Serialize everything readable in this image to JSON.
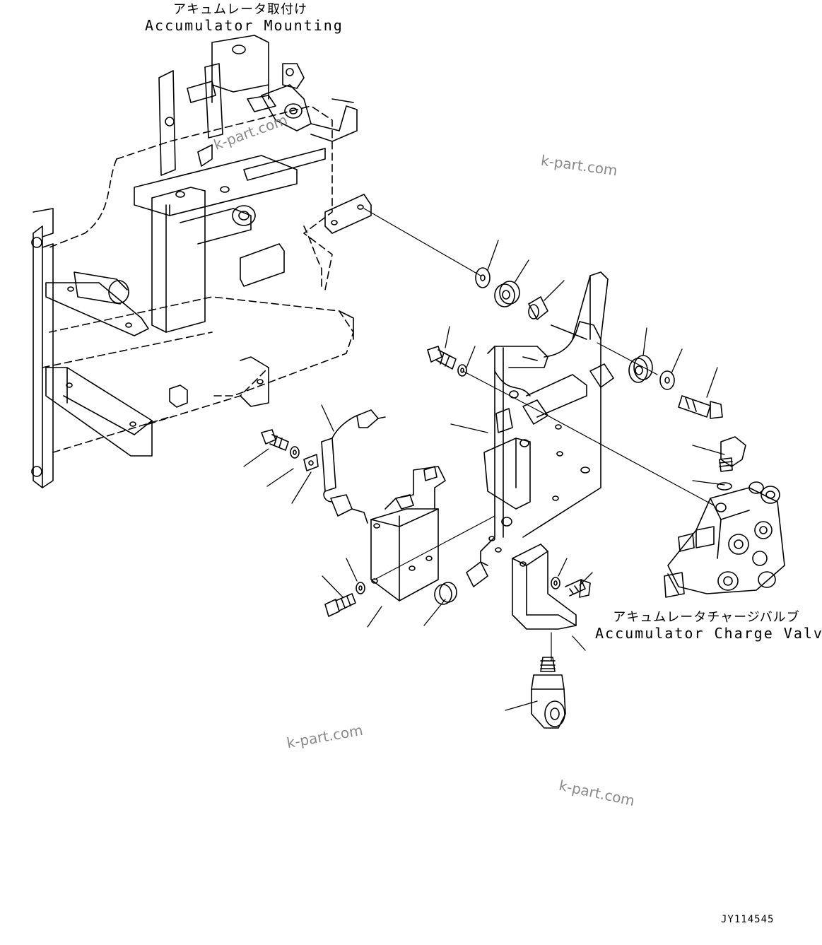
{
  "diagram": {
    "captions": {
      "accumulator_mounting": {
        "jp": "アキュムレータ取付け",
        "en": "Accumulator Mounting"
      },
      "accumulator_charge_valve": {
        "jp": "アキュムレータチャージバルブ",
        "en": "Accumulator Charge Valve"
      }
    },
    "watermark": "k-part.com",
    "drawing_code": "JY114545"
  }
}
